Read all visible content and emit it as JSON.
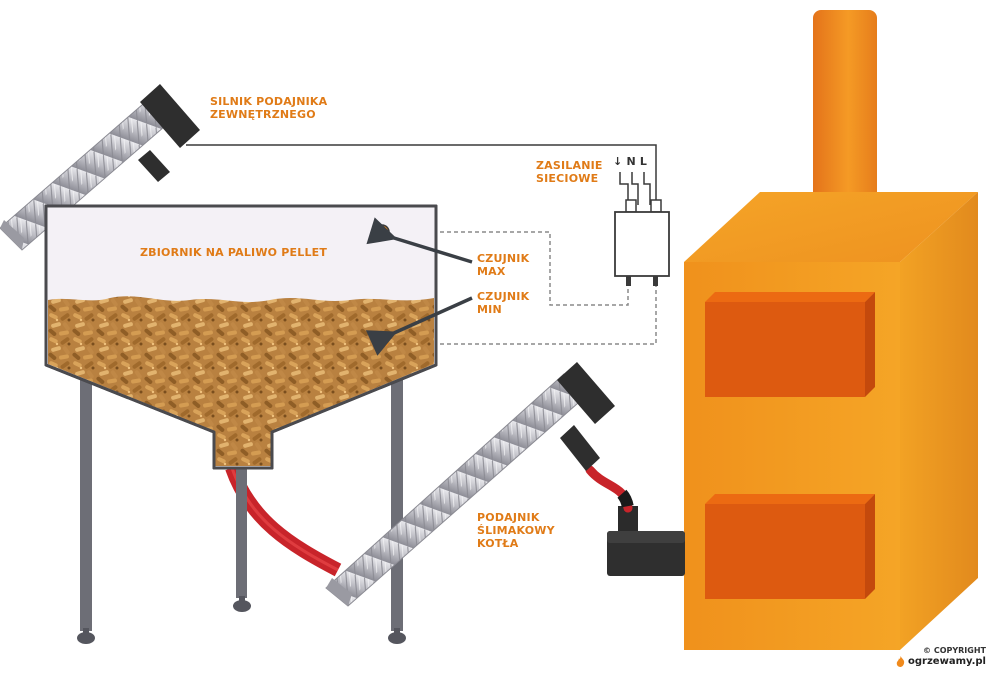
{
  "labels": {
    "feeder_motor": [
      "SILNIK PODAJNIKA",
      "ZEWNĘTRZNEGO"
    ],
    "tank": "ZBIORNIK NA PALIWO PELLET",
    "sensor_max": [
      "CZUJNIK",
      "MAX"
    ],
    "sensor_min": [
      "CZUJNIK",
      "MIN"
    ],
    "power": [
      "ZASILANIE",
      "SIECIOWE"
    ],
    "power_terminals": "↓ N L",
    "auger": [
      "PODAJNIK",
      "ŚLIMAKOWY",
      "KOTŁA"
    ]
  },
  "copyright": {
    "text": "© COPYRIGHT",
    "brand": "ogrzewamy.pl"
  },
  "colors": {
    "label": "#e07b17",
    "boiler": "#f39a1f",
    "boiler_door": "#dd5a10",
    "hose": "#c8242a",
    "sensor": "#f08a1c",
    "pellet": "#c58c45"
  }
}
